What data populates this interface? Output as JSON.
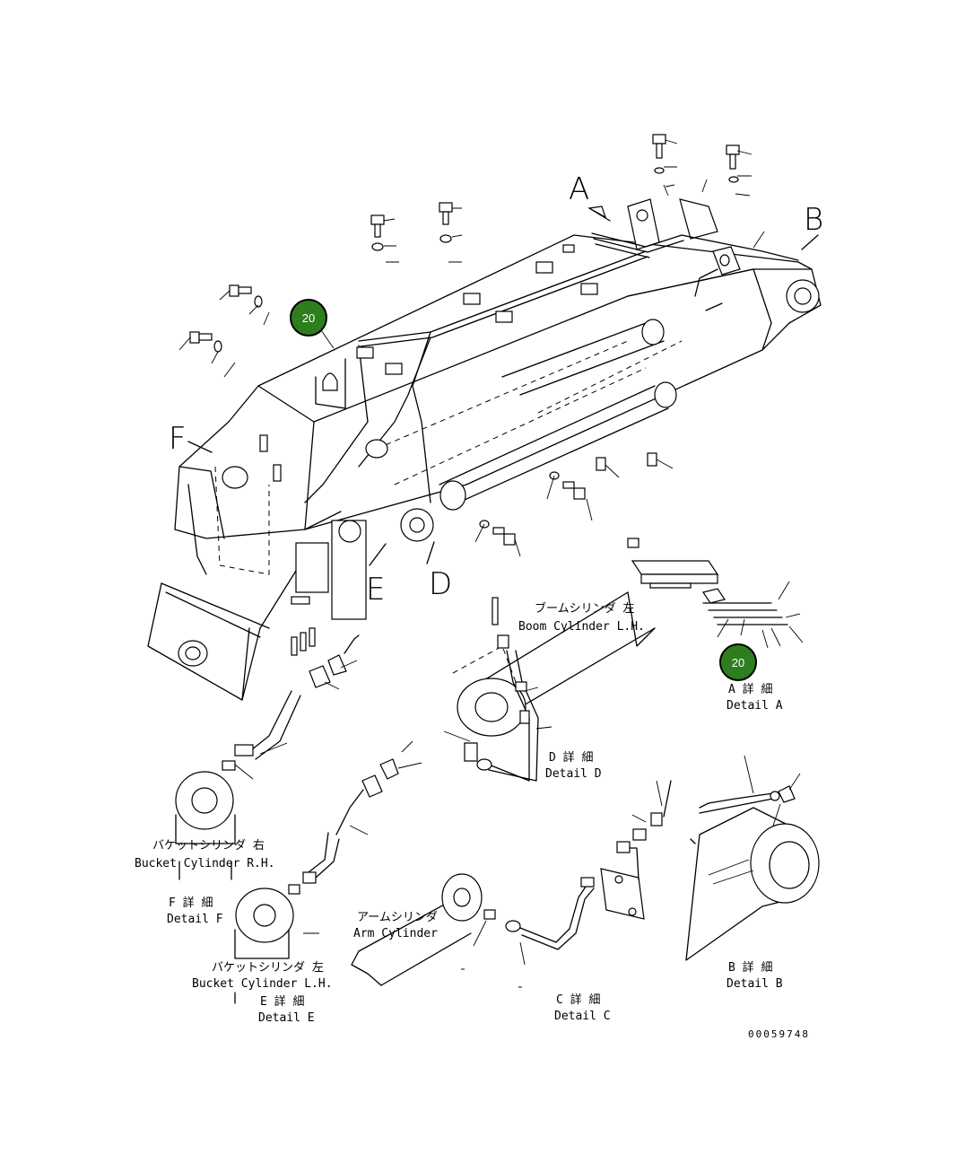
{
  "badge_color": "#2e7d1e",
  "badges": [
    {
      "label": "20"
    },
    {
      "label": "20"
    }
  ],
  "view_letters": [
    "A",
    "B",
    "F",
    "E",
    "D"
  ],
  "labels": {
    "boom_cyl_jp": "ブームシリンダ 左",
    "boom_cyl_en": "Boom Cylinder L.H.",
    "detail_a_jp": "A 詳 細",
    "detail_a_en": "Detail A",
    "detail_d_jp": "D 詳 細",
    "detail_d_en": "Detail D",
    "bucket_rh_jp": "バケットシリンダ 右",
    "bucket_rh_en": "Bucket Cylinder R.H.",
    "detail_f_jp": "F 詳 細",
    "detail_f_en": "Detail F",
    "arm_cyl_jp": "アームシリンダ",
    "arm_cyl_en": "Arm Cylinder",
    "bucket_lh_jp": "バケットシリンダ 左",
    "bucket_lh_en": "Bucket Cylinder L.H.",
    "detail_e_jp": "E 詳 細",
    "detail_e_en": "Detail E",
    "detail_c_jp": "C 詳 細",
    "detail_c_en": "Detail C",
    "detail_b_jp": "B 詳 細",
    "detail_b_en": "Detail B",
    "drawing_code": "00059748"
  }
}
